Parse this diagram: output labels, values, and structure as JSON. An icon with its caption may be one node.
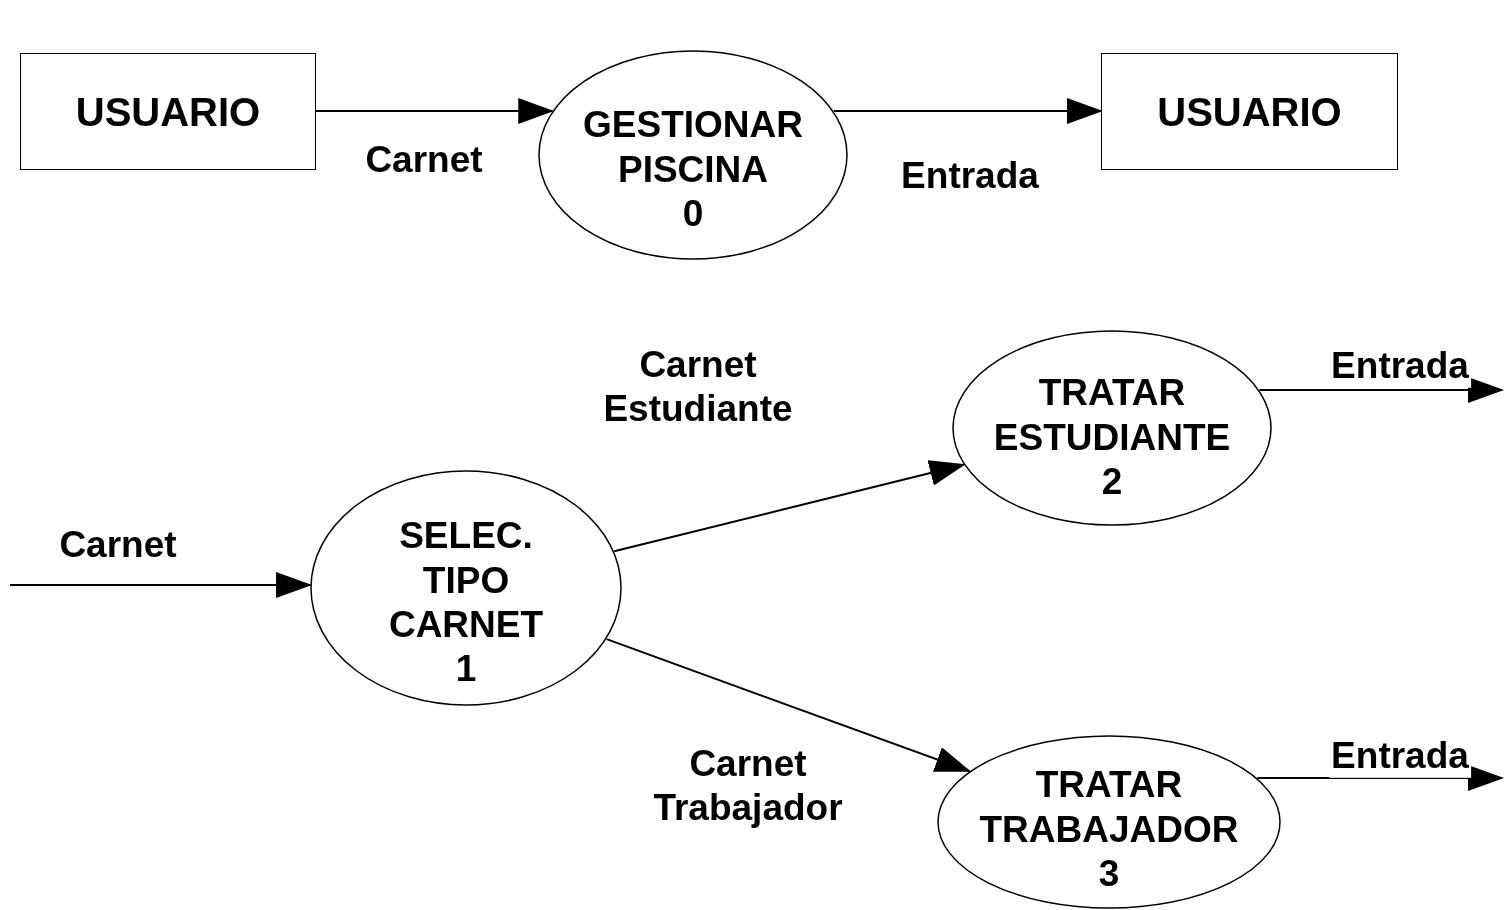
{
  "diagram": {
    "nodes": [
      {
        "text": [
          "USUARIO"
        ]
      },
      {
        "text": [
          "GESTIONAR PISCINA",
          "0"
        ]
      },
      {
        "text": [
          "USUARIO"
        ]
      },
      {
        "text": [
          "SELEC. TIPO CARNET",
          "1"
        ]
      },
      {
        "text": [
          "TRATAR ESTUDIANTE",
          "2"
        ]
      },
      {
        "text": [
          "TRATAR TRABAJADOR",
          "3"
        ]
      }
    ],
    "edges": [
      {
        "from": 0,
        "to": 1,
        "arrow": "to",
        "label": "Carnet"
      },
      {
        "from": 1,
        "to": 2,
        "arrow": "to",
        "label": "Entrada"
      },
      {
        "from": null,
        "to": 3,
        "arrow": "to",
        "label": "Carnet"
      },
      {
        "from": 3,
        "to": 4,
        "arrow": "to",
        "label": "Carnet Estudiante"
      },
      {
        "from": 3,
        "to": 5,
        "arrow": "to",
        "label": "Carnet Trabajador"
      },
      {
        "from": 4,
        "to": null,
        "arrow": "to",
        "label": "Entrada"
      },
      {
        "from": 5,
        "to": null,
        "arrow": "to",
        "label": "Entrada"
      }
    ]
  }
}
